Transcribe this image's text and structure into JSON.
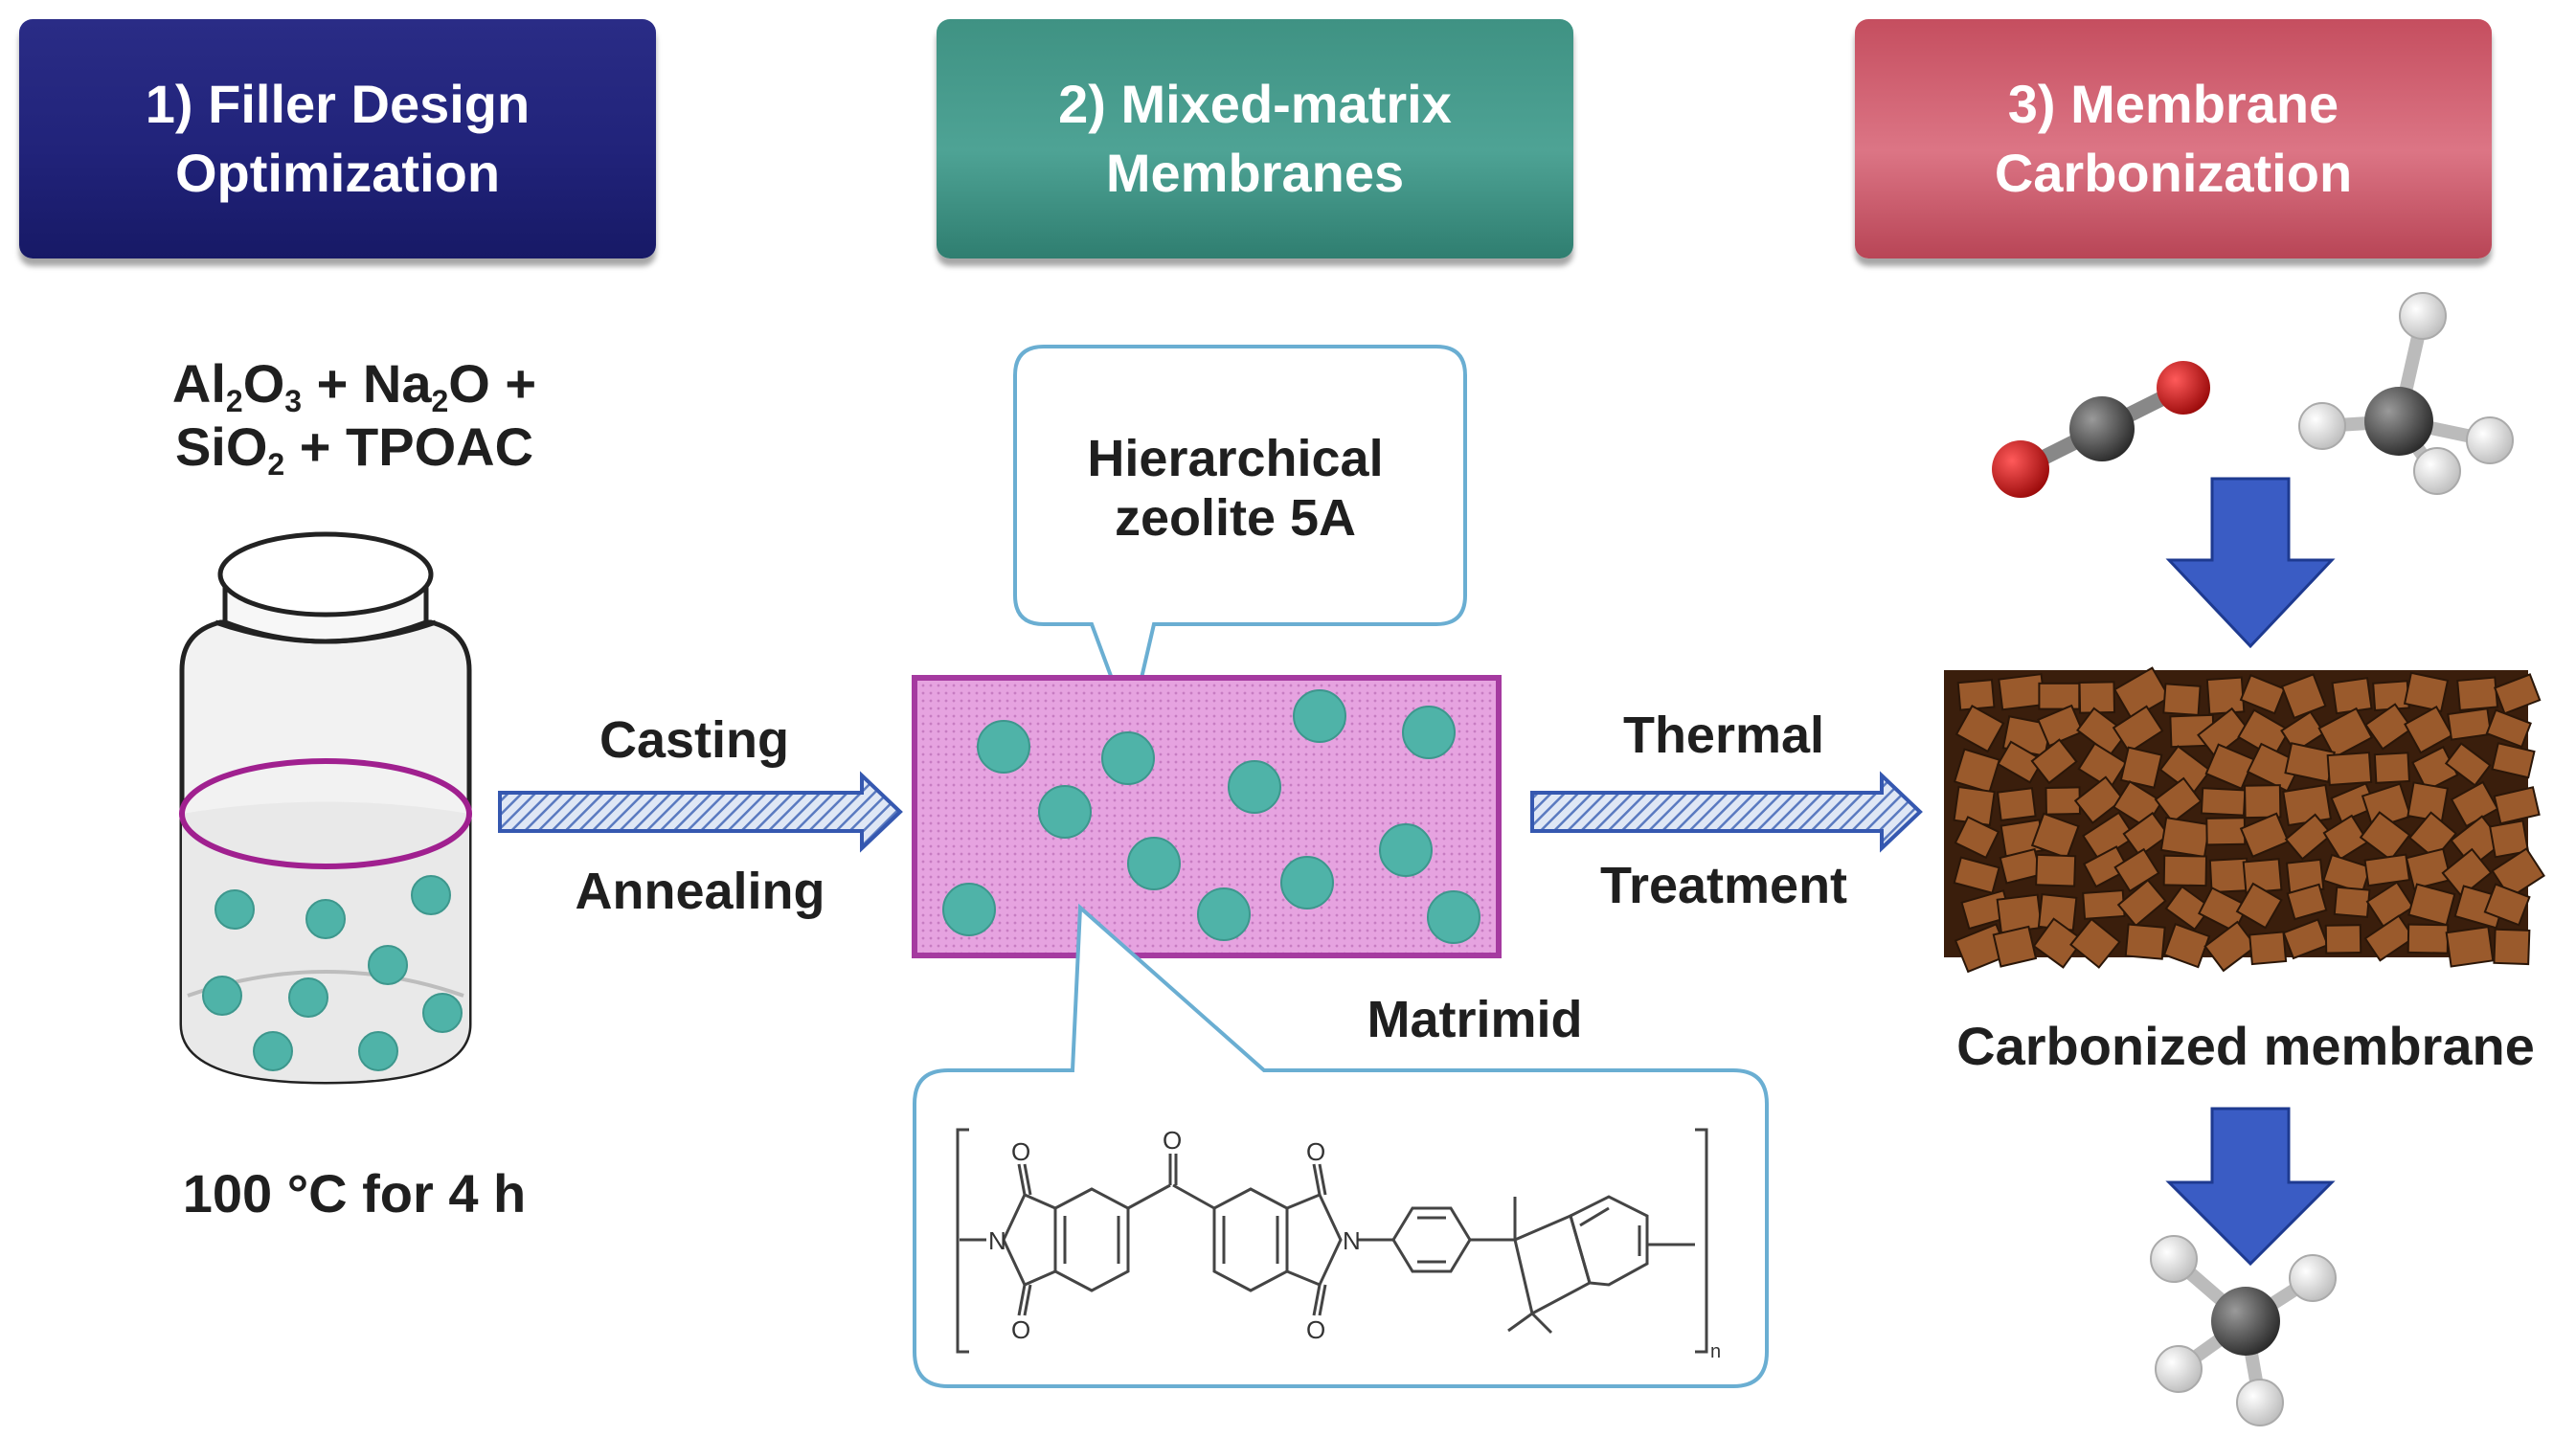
{
  "steps": [
    {
      "line1": "1) Filler Design",
      "line2": "Optimization",
      "color": "#21237a"
    },
    {
      "line1": "2) Mixed-matrix",
      "line2": "Membranes",
      "color": "#4ea395"
    },
    {
      "line1": "3) Membrane",
      "line2": "Carbonization",
      "color": "#dc7585"
    }
  ],
  "reagents": {
    "al": "Al",
    "al_sub": "2",
    "o": "O",
    "o_sub": "3",
    "plus_na": " + Na",
    "na_sub": "2",
    "o_plus": "O +",
    "si": "SiO",
    "si_sub": "2",
    "tpoac": " + TPOAC"
  },
  "condition": "100 °C for 4 h",
  "arrow1": {
    "top": "Casting",
    "bottom": "Annealing"
  },
  "arrow2": {
    "top": "Thermal",
    "bottom": "Treatment"
  },
  "callout_top": "Hierarchical zeolite 5A",
  "callout_top_line1": "Hierarchical",
  "callout_top_line2": "zeolite 5A",
  "matrimid_label": "Matrimid",
  "carbonized_label": "Carbonized membrane",
  "structure": {
    "atom_n": "N",
    "atom_o": "O",
    "subscript_n": "n"
  },
  "colors": {
    "particle": "#4fb3a8",
    "membrane_fill": "#e6a3e0",
    "membrane_border": "#a53aa0",
    "carbon": "#9a5a2c",
    "arrow_blue": "#3a5cc4"
  }
}
